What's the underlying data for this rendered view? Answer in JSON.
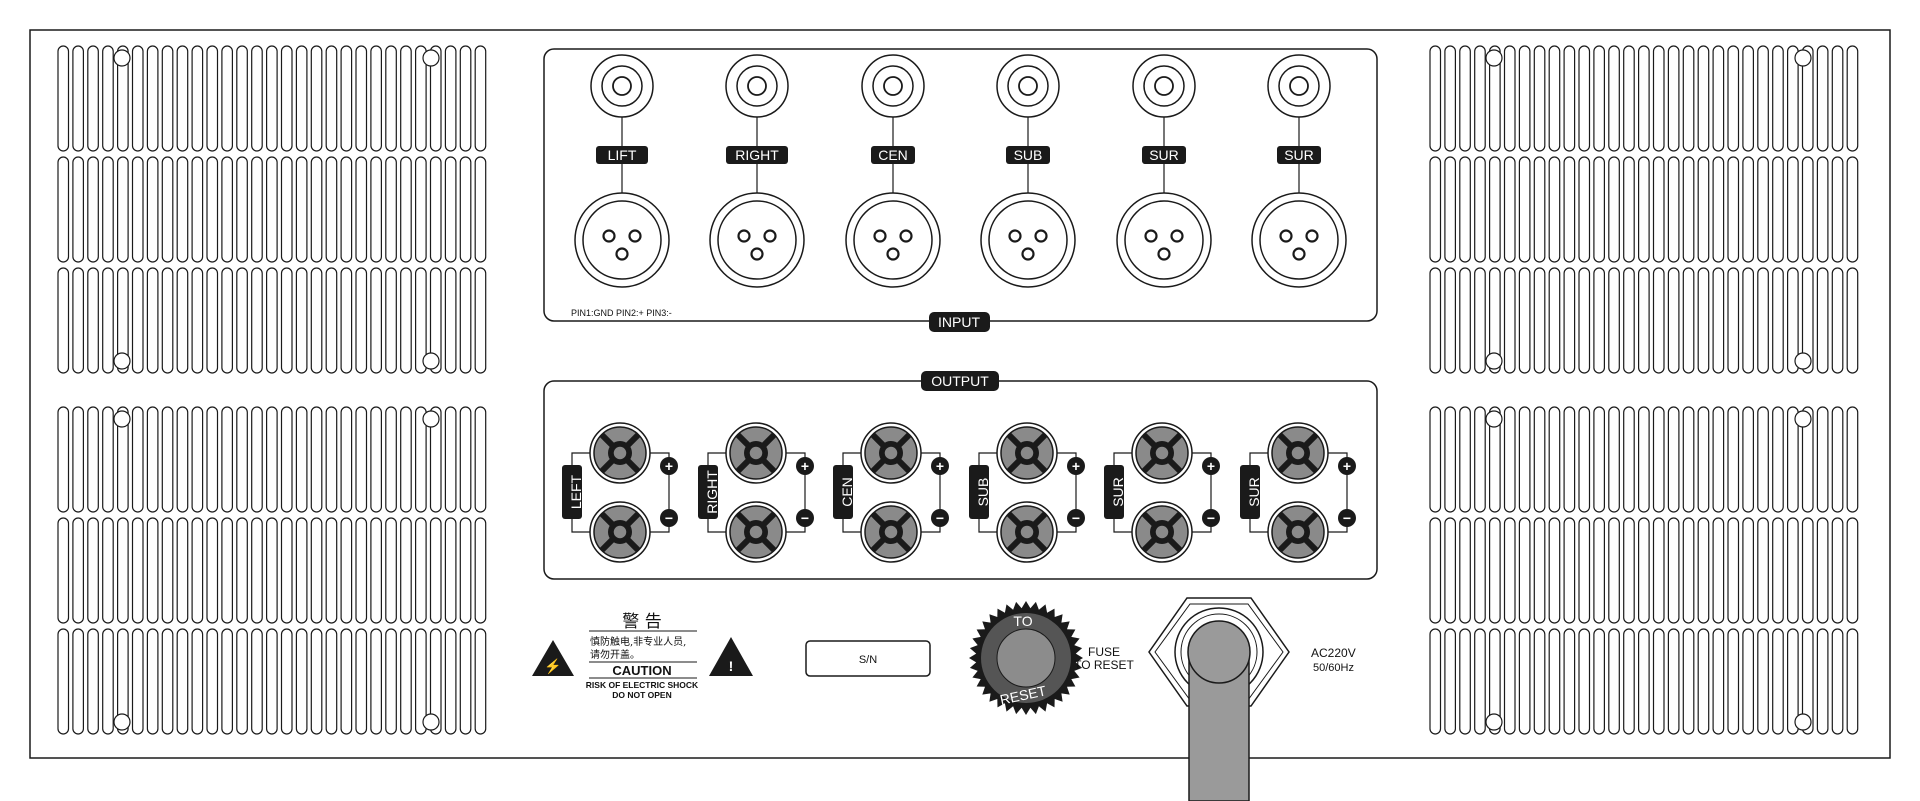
{
  "input": {
    "title": "INPUT",
    "channels": [
      "LIFT",
      "RIGHT",
      "CEN",
      "SUB",
      "SUR",
      "SUR"
    ],
    "pin_note": "PIN1:GND    PIN2:+    PIN3:-"
  },
  "output": {
    "title": "OUTPUT",
    "channels": [
      "LEFT",
      "RIGHT",
      "CEN",
      "SUB",
      "SUR",
      "SUR"
    ],
    "plus": "+",
    "minus": "−"
  },
  "warning": {
    "cn_title": "警  告",
    "cn_line1": "慎防触电,非专业人员,",
    "cn_line2": "请勿开盖。",
    "caution": "CAUTION",
    "en_line1": "RISK OF ELECTRIC SHOCK",
    "en_line2": "DO NOT OPEN",
    "bolt_glyph": "⚡",
    "excl_glyph": "!"
  },
  "serial": {
    "label": "S/N"
  },
  "fuse": {
    "cap_top": "TO",
    "cap_bottom": "RESET",
    "label_line1": "FUSE",
    "label_line2": "TO RESET"
  },
  "power": {
    "label_line1": "AC220V",
    "label_line2": "50/60Hz"
  },
  "colors": {
    "line": "#1a1a1a",
    "fill_dark": "#1a1a1a",
    "terminal": "#8a8a8a",
    "cable": "#9a9a9a"
  }
}
